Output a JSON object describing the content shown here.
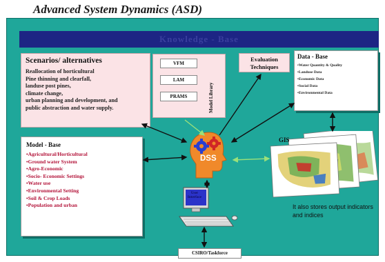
{
  "title": "Advanced System Dynamics (ASD)",
  "knowledge_bar": "Knowledge - Base",
  "scenarios": {
    "title": "Scenarios/ alternatives",
    "lines": [
      "Reallocation of horticultural",
      "Pine thinning and clearfall,",
      "landuse post pines,",
      "climate change,",
      "urban planning and development, and",
      "public abstraction and water supply."
    ]
  },
  "model_library": {
    "label": "Model Library",
    "items": [
      "VFM",
      "LAM",
      "PRAMS"
    ]
  },
  "evaluation": {
    "line1": "Evaluation",
    "line2": "Techniques"
  },
  "data_base": {
    "title": "Data - Base",
    "items": [
      "•Water Quantity & Quality",
      "•Landuse Data",
      "•Economic Data",
      "•Social Data",
      "•Environmental Data"
    ]
  },
  "model_base": {
    "title": "Model - Base",
    "items": [
      "•Agricultural/Horticultural",
      "•Ground water System",
      "•Agro-Economic",
      "•Socio- Economic Settings",
      "•Water use",
      "•Environmental Setting",
      "•Soil & Crop Loads",
      "•Population and urban"
    ]
  },
  "dss": "DSS",
  "user_interface": "User Interface",
  "csiro": "CSIRO/Taskforce",
  "gis": "GIS",
  "gis_note": "It also stores output indicators and indices",
  "colors": {
    "background": "#1fa79a",
    "knowledge_bar": "#1d2584",
    "panel_pink": "#fbe3e6",
    "dss_head": "#f0892a",
    "model_items": "#b3143a"
  }
}
